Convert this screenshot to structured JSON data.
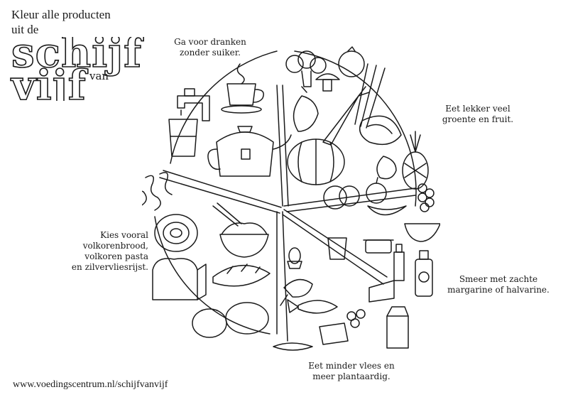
{
  "heading": {
    "line1": "Kleur alle producten",
    "line2": "uit de"
  },
  "logo": {
    "word1": "schijf",
    "word2": "van",
    "word3": "vijf"
  },
  "captions": {
    "drinks": [
      "Ga voor dranken",
      "zonder suiker."
    ],
    "vegetables": [
      "Eet lekker veel",
      "groente en fruit."
    ],
    "grains": [
      "Kies vooral",
      "volkorenbrood,",
      "volkoren pasta",
      "en zilvervliesrijst."
    ],
    "fats": [
      "Smeer met zachte",
      "margarine of halvarine."
    ],
    "proteins": [
      "Eet minder vlees en",
      "meer plantaardig."
    ]
  },
  "footer": {
    "url": "www.voedingscentrum.nl/schijfvanvijf"
  },
  "illustrations": {
    "drinks": [
      "tap-icon",
      "glass-icon",
      "cup-icon",
      "teapot-icon"
    ],
    "vegetables": [
      "broccoli-icon",
      "tomato-icon",
      "mushroom-icon",
      "onion-icon",
      "carrot-icon",
      "leek-icon",
      "pumpkin-icon",
      "lettuce-icon"
    ],
    "fruit": [
      "pear-icon",
      "pineapple-icon",
      "orange-icon",
      "apple-icon",
      "grapes-icon",
      "banana-icon",
      "watermelon-icon"
    ],
    "fats": [
      "oil-bottle-icon",
      "margarine-tub-icon",
      "sunflower-oil-bottle-icon"
    ],
    "proteins": [
      "milk-carton-icon",
      "cheese-icon",
      "egg-icon",
      "chicken-leg-icon",
      "fish-icon",
      "nuts-icon",
      "beans-icon",
      "tofu-icon",
      "yogurt-icon"
    ],
    "grains": [
      "fusilli-icon",
      "spaghetti-icon",
      "rice-bowl-icon",
      "bread-loaf-icon",
      "baguette-icon",
      "potatoes-icon"
    ]
  }
}
